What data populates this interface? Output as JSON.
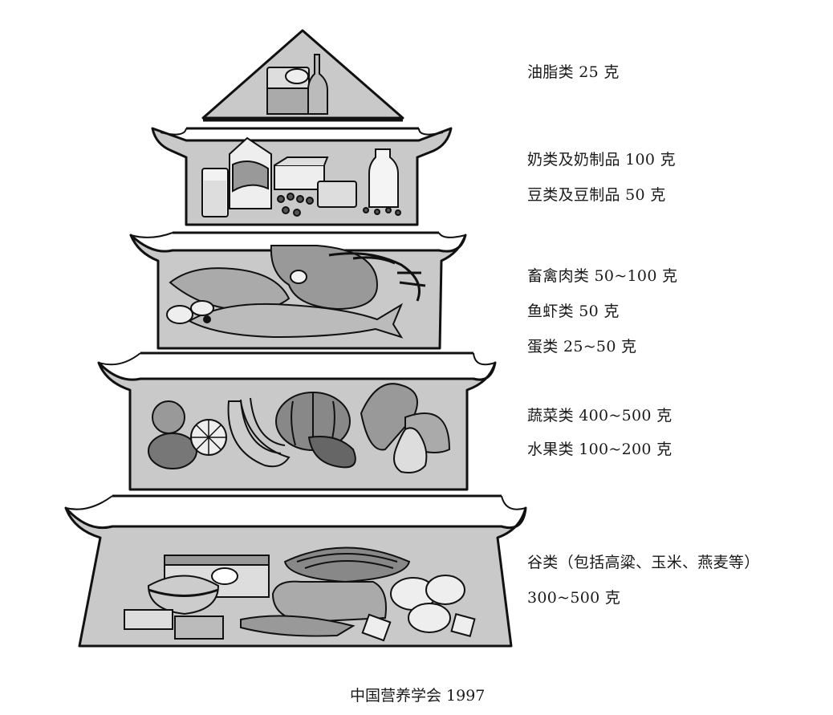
{
  "tiers": [
    {
      "id": "oils",
      "items": [
        "油脂类 25 克"
      ],
      "food_icons": [
        "oil-jug-icon",
        "oil-bottle-icon",
        "butter-tub-icon"
      ]
    },
    {
      "id": "dairy-beans",
      "items": [
        "奶类及奶制品 100 克",
        "豆类及豆制品 50 克"
      ],
      "food_icons": [
        "milk-glass-icon",
        "milk-carton-icon",
        "cheese-block-icon",
        "tofu-icon",
        "beans-icon",
        "milk-bottle-icon"
      ]
    },
    {
      "id": "meat-fish-eggs",
      "items": [
        "畜禽肉类 50~100 克",
        "鱼虾类 50 克",
        "蛋类 25~50 克"
      ],
      "food_icons": [
        "chicken-icon",
        "steak-icon",
        "lobster-icon",
        "fish-icon",
        "egg-icon"
      ]
    },
    {
      "id": "vegetables-fruits",
      "items": [
        "蔬菜类 400~500 克",
        "水果类 100~200 克"
      ],
      "food_icons": [
        "apple-icon",
        "orange-slice-icon",
        "banana-icon",
        "pumpkin-icon",
        "pepper-icon",
        "leafy-greens-icon",
        "pear-icon"
      ]
    },
    {
      "id": "grains",
      "items": [
        "谷类（包括高粱、玉米、燕麦等）",
        "300~500 克"
      ],
      "food_icons": [
        "rice-bowl-icon",
        "noodles-icon",
        "bread-loaf-icon",
        "corn-icon",
        "buns-icon",
        "grain-box-icon"
      ]
    }
  ],
  "caption": "中国营养学会 1997",
  "colors": {
    "fill": "#c9c9c9",
    "fill_dark": "#8e8e8e",
    "outline": "#111111",
    "background": "#ffffff"
  }
}
